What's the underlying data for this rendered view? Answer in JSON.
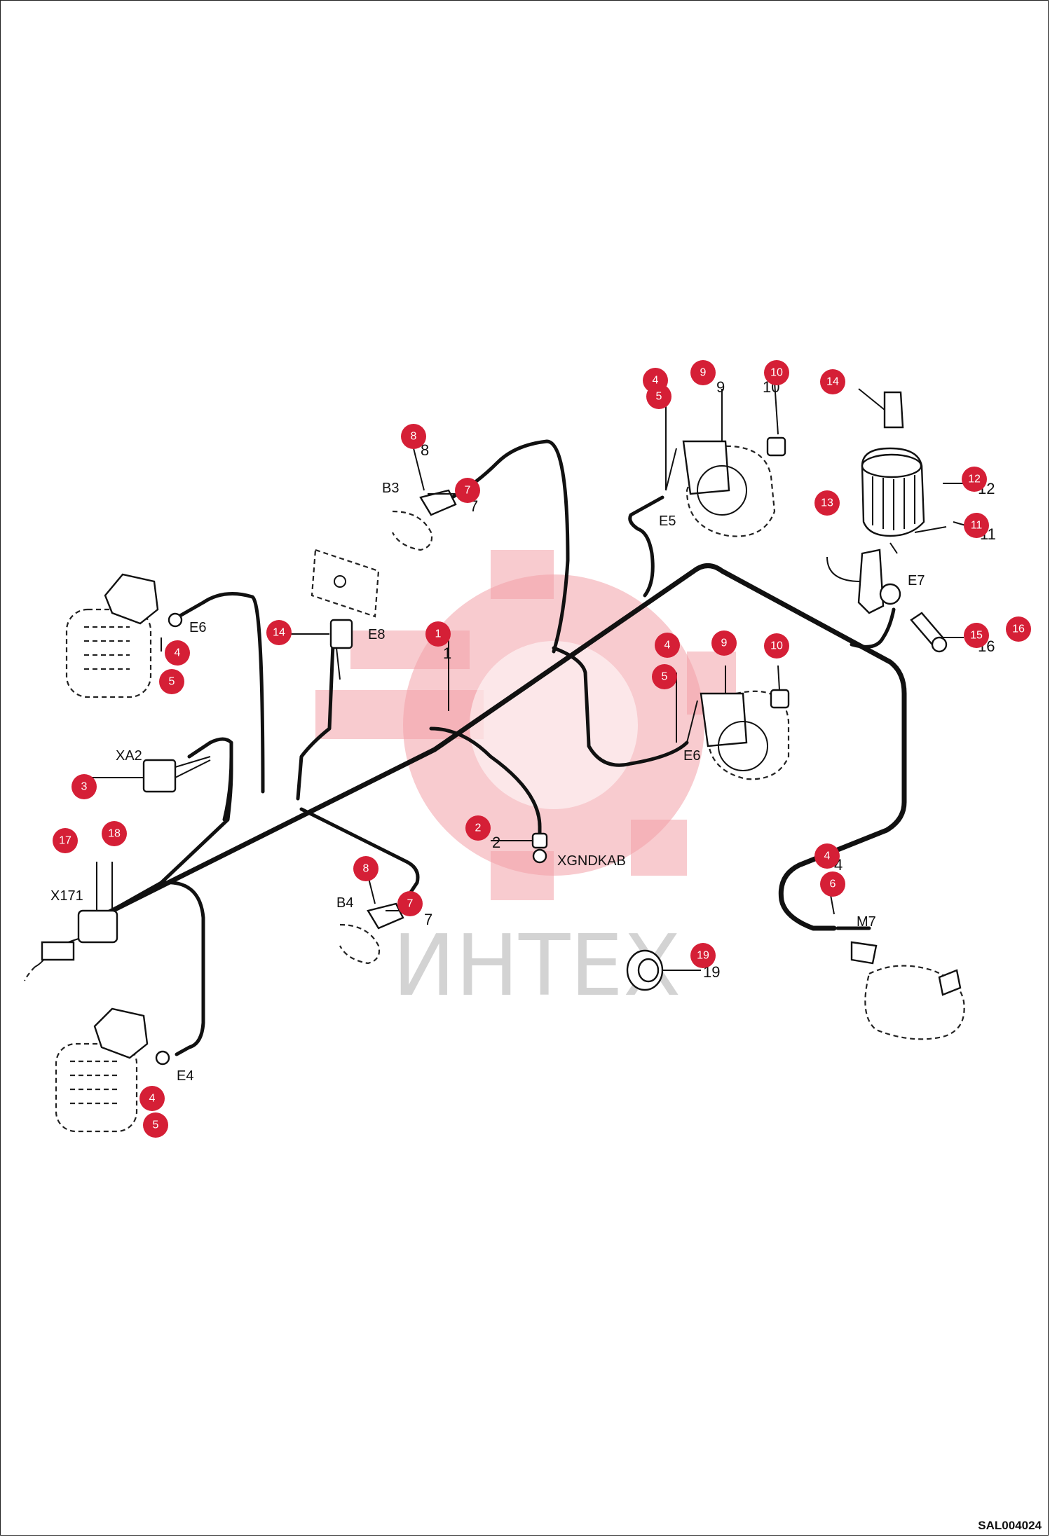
{
  "watermark": "ИНТЕХ",
  "drawing_code": "SAL004024",
  "connectors": {
    "b3": "B3",
    "b4": "B4",
    "e4": "E4",
    "e5": "E5",
    "e6": "E6",
    "e7": "E7",
    "e8": "E8",
    "e_left_upper": "E6",
    "m7": "M7",
    "x171": "X171",
    "xa2": "XA2",
    "xgndkab": "XGNDKAB"
  },
  "callouts": {
    "c1": "1",
    "c2": "2",
    "c3": "3",
    "c4a": "4",
    "c4b": "4",
    "c4c": "4",
    "c4d": "4",
    "c4e": "4",
    "c5a": "5",
    "c5b": "5",
    "c5c": "5",
    "c5d": "5",
    "c6": "6",
    "c7a": "7",
    "c7b": "7",
    "c8a": "8",
    "c8b": "8",
    "c9a": "9",
    "c9b": "9",
    "c10a": "10",
    "c10b": "10",
    "c11": "11",
    "c12": "12",
    "c13": "13",
    "c14a": "14",
    "c14b": "14",
    "c15": "15",
    "c16": "16",
    "c17": "17",
    "c18": "18",
    "c19": "19"
  },
  "colors": {
    "callout": "#d51f36",
    "wire": "#111111",
    "watermark": "#f2a0a8"
  }
}
